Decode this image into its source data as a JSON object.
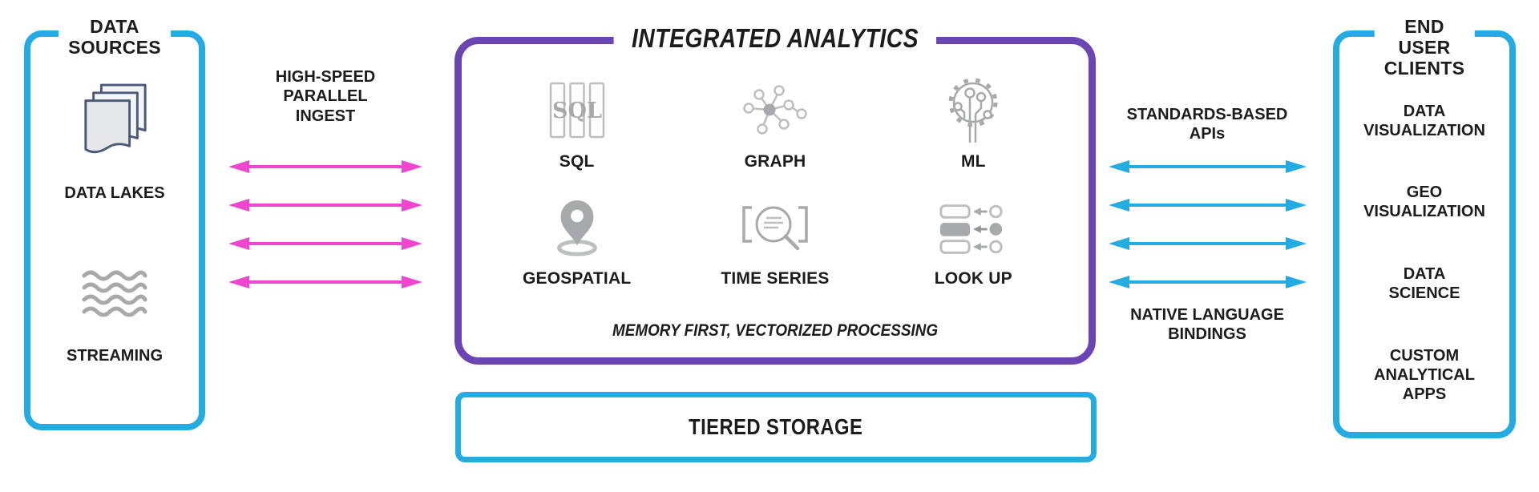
{
  "colors": {
    "cyan": "#24ABE2",
    "purple": "#6B46B2",
    "pink": "#EE46CE",
    "icon_gray": "#A7A9AC",
    "icon_gray_light": "#BCBEC0",
    "document_outline": "#4A5A78",
    "document_fill": "#E6E7E8",
    "text": "#1c1b1d"
  },
  "data_sources": {
    "title": [
      "DATA",
      "SOURCES"
    ],
    "items": [
      {
        "icon": "data-lakes-icon",
        "label": "DATA LAKES"
      },
      {
        "icon": "streaming-icon",
        "label": "STREAMING"
      }
    ]
  },
  "ingest": {
    "label": [
      "HIGH-SPEED",
      "PARALLEL",
      "INGEST"
    ],
    "arrows": 4,
    "arrow_color": "#EE46CE"
  },
  "analytics": {
    "title": "INTEGRATED ANALYTICS",
    "capabilities": [
      {
        "icon": "sql-icon",
        "label": "SQL"
      },
      {
        "icon": "graph-icon",
        "label": "GRAPH"
      },
      {
        "icon": "ml-icon",
        "label": "ML"
      },
      {
        "icon": "geospatial-icon",
        "label": "GEOSPATIAL"
      },
      {
        "icon": "time-series-icon",
        "label": "TIME SERIES"
      },
      {
        "icon": "look-up-icon",
        "label": "LOOK UP"
      }
    ],
    "footnote": "MEMORY FIRST, VECTORIZED PROCESSING"
  },
  "storage": {
    "label": "TIERED STORAGE"
  },
  "apis": {
    "top_label": [
      "STANDARDS-BASED",
      "APIs"
    ],
    "bottom_label": [
      "NATIVE LANGUAGE",
      "BINDINGS"
    ],
    "arrows": 4,
    "arrow_color": "#24ABE2"
  },
  "end_user_clients": {
    "title": [
      "END USER",
      "CLIENTS"
    ],
    "items": [
      [
        "DATA",
        "VISUALIZATION"
      ],
      [
        "GEO",
        "VISUALIZATION"
      ],
      [
        "DATA",
        "SCIENCE"
      ],
      [
        "CUSTOM",
        "ANALYTICAL",
        "APPS"
      ]
    ]
  }
}
